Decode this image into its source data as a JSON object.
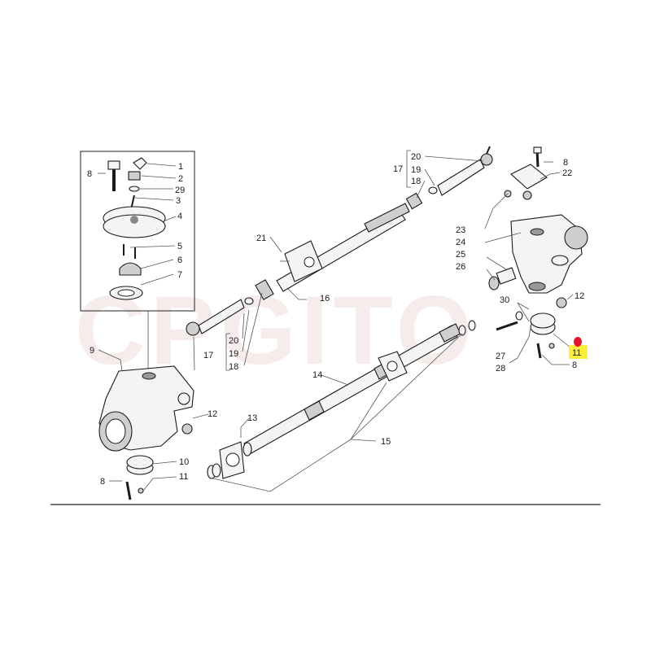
{
  "watermark": "CPGITO",
  "labels": {
    "l1": "1",
    "l2": "2",
    "l29": "29",
    "l3": "3",
    "l4": "4",
    "l5": "5",
    "l6": "6",
    "l7": "7",
    "l8_inset": "8",
    "l9": "9",
    "l12_left": "12",
    "l10": "10",
    "l11_left": "11",
    "l8_left": "8",
    "l13": "13",
    "l14": "14",
    "l15": "15",
    "l16": "16",
    "l21": "21",
    "l17_left": "17",
    "l20_left": "20",
    "l19_left": "19",
    "l18_left": "18",
    "l17_top": "17",
    "l20_top": "20",
    "l19_top": "19",
    "l18_top": "18",
    "l8_top": "8",
    "l22": "22",
    "l23": "23",
    "l24": "24",
    "l25": "25",
    "l26": "26",
    "l12_right": "12",
    "l30": "30",
    "l27": "27",
    "l28": "28",
    "l11_right": "11",
    "l8_right": "8"
  },
  "highlight": {
    "label": "11",
    "color": "#ffef3a",
    "marker_color": "#e8132c"
  }
}
